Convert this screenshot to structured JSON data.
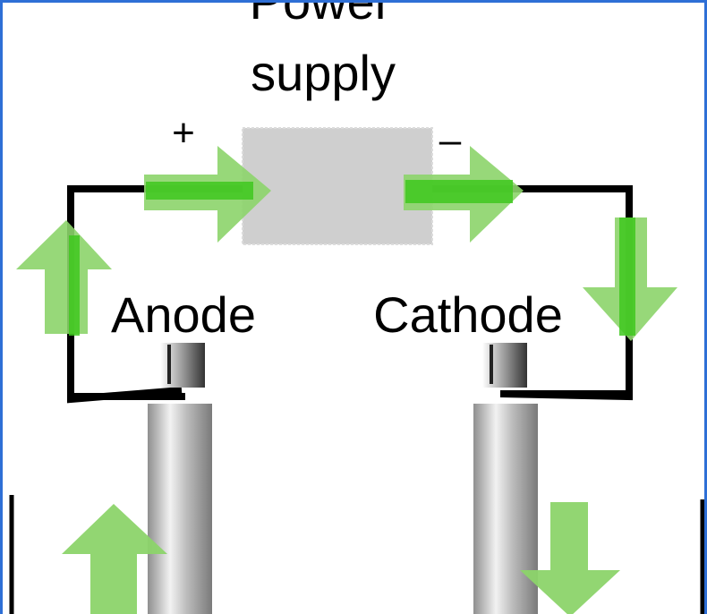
{
  "diagram": {
    "title_line1": "Power",
    "title_line2": "supply",
    "plus_sign": "+",
    "minus_sign": "–",
    "anode_label": "Anode",
    "cathode_label": "Cathode",
    "colors": {
      "wire": "#000000",
      "arrow_light": "#8cd46a",
      "arrow_bright": "#3ec81e",
      "supply_box": "#cfcfcf",
      "frame": "#2e6fd6"
    },
    "icons": [
      "up-arrow-icon",
      "right-arrow-icon",
      "down-arrow-icon"
    ]
  }
}
